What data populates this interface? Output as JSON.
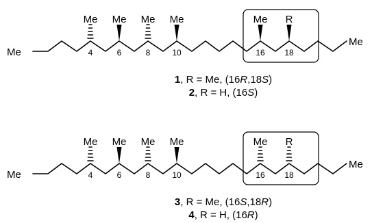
{
  "molecule_a": {
    "left_end": "Me",
    "right_end": "Me",
    "substituents": [
      {
        "label": "Me",
        "locant": "4"
      },
      {
        "label": "Me",
        "locant": "6"
      },
      {
        "label": "Me",
        "locant": "8"
      },
      {
        "label": "Me",
        "locant": "10"
      },
      {
        "label": "Me",
        "locant": "16"
      },
      {
        "label": "R",
        "locant": "18"
      }
    ],
    "captions": [
      {
        "number": "1",
        "text": ", R = Me, (16",
        "c1": "R",
        "mid": ",18",
        "c2": "S",
        "end": ")"
      },
      {
        "number": "2",
        "text": ", R = H, (16",
        "c1": "S",
        "mid": "",
        "c2": "",
        "end": ")"
      }
    ]
  },
  "molecule_b": {
    "left_end": "Me",
    "right_end": "Me",
    "substituents": [
      {
        "label": "Me",
        "locant": "4"
      },
      {
        "label": "Me",
        "locant": "6"
      },
      {
        "label": "Me",
        "locant": "8"
      },
      {
        "label": "Me",
        "locant": "10"
      },
      {
        "label": "Me",
        "locant": "16"
      },
      {
        "label": "R",
        "locant": "18"
      }
    ],
    "captions": [
      {
        "number": "3",
        "text": ", R = Me, (16",
        "c1": "S",
        "mid": ",18",
        "c2": "R",
        "end": ")"
      },
      {
        "number": "4",
        "text": ", R = H, (16",
        "c1": "R",
        "mid": "",
        "c2": "",
        "end": ")"
      }
    ]
  }
}
